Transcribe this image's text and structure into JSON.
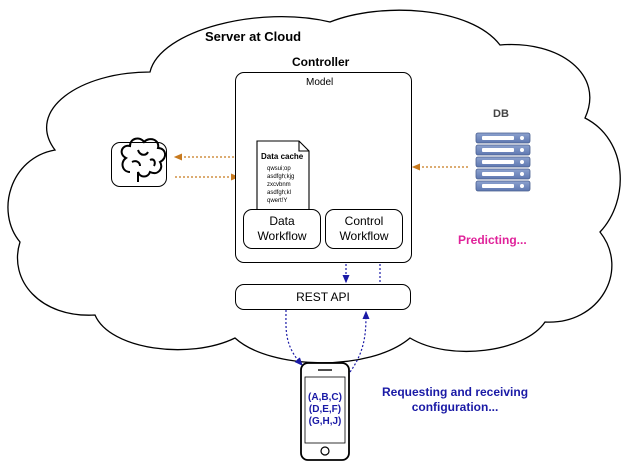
{
  "cloud": {
    "title": "Server at Cloud"
  },
  "controller": {
    "title": "Controller"
  },
  "model": {
    "title": "Model"
  },
  "data_cache": {
    "title": "Data cache",
    "lines": [
      "qwsui;op",
      "asdfgh;kjg",
      "zxcvbnm",
      "asdfgh;kl",
      "qwert!Y"
    ]
  },
  "data_workflow": {
    "line1": "Data",
    "line2": "Workflow"
  },
  "control_workflow": {
    "line1": "Control",
    "line2": "Workflow"
  },
  "rest_api": {
    "label": "REST API"
  },
  "db": {
    "label": "DB"
  },
  "predicting": {
    "text": "Predicting...",
    "color": "#e0229a"
  },
  "phone": {
    "lines": [
      "(A,B,C)",
      "(D,E,F)",
      "(G,H,J)"
    ],
    "text_color": "#1a1aa6"
  },
  "requesting": {
    "line1": "Requesting and receiving",
    "line2": "configuration...",
    "color": "#1a1aa6"
  },
  "icons": {
    "brain": "brain-icon",
    "model": "gears-head-icon",
    "db": "server-rack-icon",
    "phone": "smartphone-icon"
  },
  "colors": {
    "orange_arrows": "#c87a1e",
    "pink_arrows": "#e0229a",
    "blue_arrows": "#1a1aa6"
  }
}
